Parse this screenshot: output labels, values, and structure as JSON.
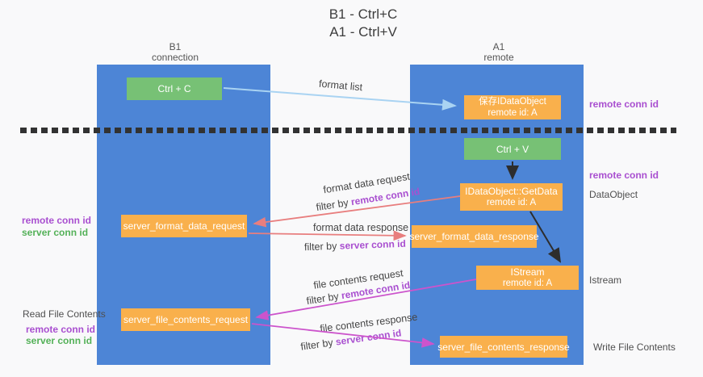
{
  "title": {
    "line1": "B1 - Ctrl+C",
    "line2": "A1 - Ctrl+V"
  },
  "columns": {
    "left": {
      "name": "B1",
      "role": "connection"
    },
    "right": {
      "name": "A1",
      "role": "remote"
    }
  },
  "boxes": {
    "ctrl_c": {
      "label": "Ctrl + C"
    },
    "save_idataobject": {
      "line1": "保存IDataObject",
      "line2": "remote id: A"
    },
    "ctrl_v": {
      "label": "Ctrl + V"
    },
    "getdata": {
      "line1": "IDataObject::GetData",
      "line2": "remote id: A"
    },
    "format_request": {
      "label": "server_format_data_request"
    },
    "format_response": {
      "label": "server_format_data_response"
    },
    "istream": {
      "line1": "IStream",
      "line2": "remote id: A"
    },
    "file_request": {
      "label": "server_file_contents_request"
    },
    "file_response": {
      "label": "server_file_contents_response"
    }
  },
  "flow_labels": {
    "format_list": "format list",
    "format_data_request": "format data request",
    "format_data_response": "format data response",
    "file_contents_request": "file contents request",
    "file_contents_response": "file contents response",
    "filter_by": "filter by ",
    "remote_conn_id": "remote conn id",
    "server_conn_id": "server conn id"
  },
  "side_labels": {
    "remote_conn_id": "remote conn id",
    "server_conn_id": "server conn id",
    "dataobject": "DataObject",
    "istream": "Istream",
    "read_file_contents": "Read File Contents",
    "write_file_contents": "Write File Contents"
  },
  "colors": {
    "lane_blue": "#4d85d6",
    "box_green": "#77c175",
    "box_orange": "#f9b04c",
    "arrow_light_blue": "#a9d3f2",
    "arrow_salmon": "#e87e7e",
    "arrow_magenta": "#cc54cc",
    "arrow_black": "#2d2d2d",
    "label_purple": "#a94fd0",
    "label_green": "#54b158"
  }
}
